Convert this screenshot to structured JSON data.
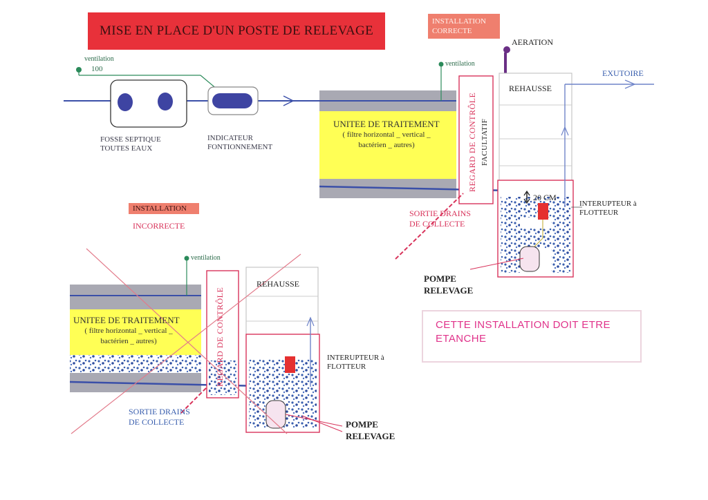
{
  "title": "MISE EN PLACE D'UN POSTE DE RELEVAGE",
  "tags": {
    "correct_line1": "INSTALLATION",
    "correct_line2": "CORRECTE",
    "incorrect_tag": "INSTALLATION",
    "incorrect_label": "INCORRECTE"
  },
  "top": {
    "ventilation_left": "ventilation",
    "ventilation_value": "100",
    "ventilation_right": "ventilation",
    "fosse_line1": "FOSSE SEPTIQUE",
    "fosse_line2": "TOUTES EAUX",
    "indicateur_line1": "INDICATEUR",
    "indicateur_line2": "FONTIONNEMENT",
    "unitee": "UNITEE  DE TRAITEMENT",
    "filtre_line1": "( filtre horizontal _ vertical _",
    "filtre_line2": "bactérien _ autres)",
    "regard": "REGARD DE CONTRÔLE",
    "facultatif": "FACULTATIF",
    "sortie_line1": "SORTIE DRAINS",
    "sortie_line2": "DE COLLECTE",
    "aeration": "AERATION",
    "exutoire": "EXUTOIRE",
    "rehausse": "REHAUSSE",
    "cm": "20 CM",
    "interrupteur_line1": "INTERUPTEUR à",
    "interrupteur_line2": "FLOTTEUR",
    "pompe_line1": "POMPE",
    "pompe_line2": "RELEVAGE"
  },
  "bottom": {
    "ventilation": "ventilation",
    "unitee": "UNITEE  DE TRAITEMENT",
    "filtre_line1": "( filtre horizontal _ vertical _",
    "filtre_line2": "bactérien _ autres)",
    "regard": "REGARD DE CONTRÔLE",
    "rehausse": "REHAUSSE",
    "interrupteur_line1": "INTERUPTEUR à",
    "interrupteur_line2": "FLOTTEUR",
    "sortie_line1": "SORTIE DRAINS",
    "sortie_line2": "DE COLLECTE",
    "pompe_line1": "POMPE",
    "pompe_line2": "RELEVAGE"
  },
  "notice_line1": "CETTE  INSTALLATION DOIT ETRE",
  "notice_line2": "ETANCHE",
  "colors": {
    "title_bg": "#e8313a",
    "tag_bg": "#ef7f6e",
    "pipe": "#3a4fa8",
    "treatment_fill": "#ffff55",
    "gravel": "#a9a9b3",
    "green": "#2b8a5a",
    "red_frame": "#d8325a"
  }
}
